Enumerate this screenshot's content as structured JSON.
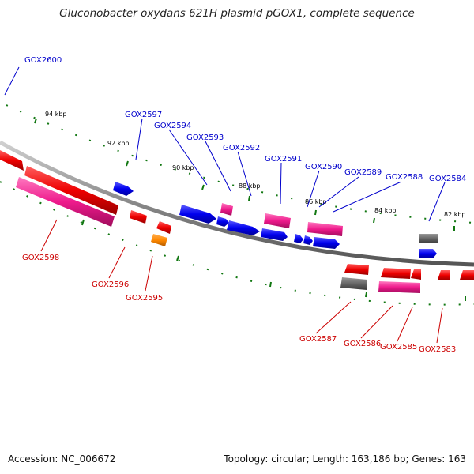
{
  "title": "Gluconobacter oxydans 621H plasmid pGOX1, complete sequence",
  "accession": "Accession: NC_006672",
  "summary": "Topology: circular; Length: 163,186 bp; Genes: 163",
  "colors": {
    "backbone": "#888888",
    "gene_red": "#ee0000",
    "gene_pink": "#ee1a8c",
    "gene_blue": "#0000ee",
    "gene_gray": "#666666",
    "gene_orange": "#ff8800",
    "ticks": "#117711",
    "label_top": "#0000cc",
    "label_bottom": "#cc0000"
  },
  "ticks": [
    "94 kbp",
    "92 kbp",
    "90 kbp",
    "88 kbp",
    "86 kbp",
    "84 kbp",
    "82 kbp"
  ],
  "labels_top": [
    "GOX2600",
    "GOX2597",
    "GOX2594",
    "GOX2593",
    "GOX2592",
    "GOX2591",
    "GOX2590",
    "GOX2589",
    "GOX2588",
    "GOX2584"
  ],
  "labels_bottom": [
    "GOX2598",
    "GOX2596",
    "GOX2595",
    "GOX2587",
    "GOX2586",
    "GOX2585",
    "GOX2583"
  ]
}
